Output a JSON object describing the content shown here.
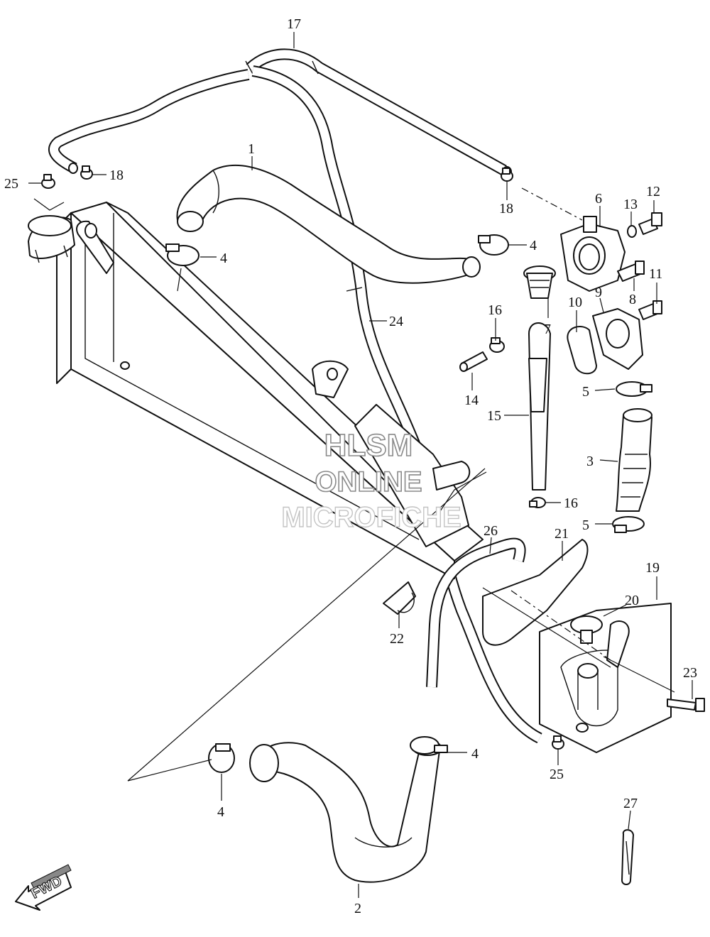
{
  "callouts": {
    "c1": "1",
    "c2": "2",
    "c3": "3",
    "c4a": "4",
    "c4b": "4",
    "c4c": "4",
    "c4d": "4",
    "c5a": "5",
    "c5b": "5",
    "c6": "6",
    "c7": "7",
    "c8": "8",
    "c9": "9",
    "c10": "10",
    "c11": "11",
    "c12": "12",
    "c13": "13",
    "c14": "14",
    "c15": "15",
    "c16a": "16",
    "c16b": "16",
    "c17": "17",
    "c18a": "18",
    "c18b": "18",
    "c19": "19",
    "c20": "20",
    "c21": "21",
    "c22": "22",
    "c23": "23",
    "c24": "24",
    "c25a": "25",
    "c25b": "25",
    "c26": "26",
    "c27": "27"
  },
  "watermark": {
    "line1": "HLSM",
    "line2": "ONLINE",
    "line3": "MICROFICHE"
  },
  "fwd_label": "FWD",
  "colors": {
    "line": "#111111",
    "watermark_outline": "#8a8a8a",
    "background": "#ffffff"
  }
}
